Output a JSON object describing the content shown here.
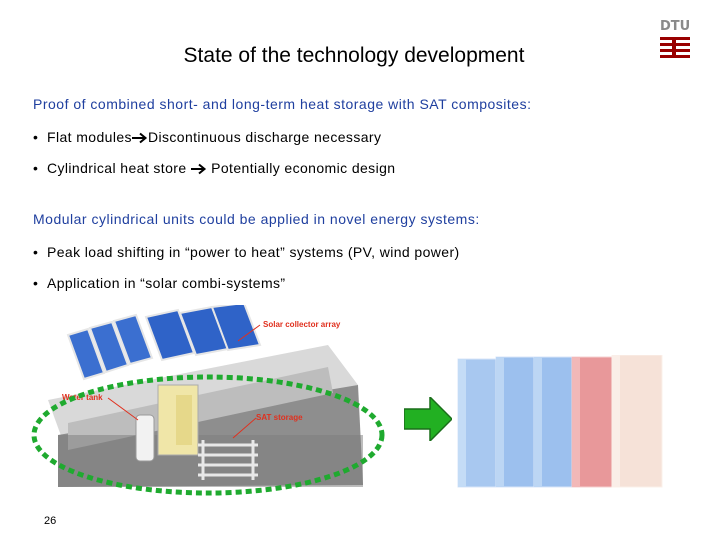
{
  "slide": {
    "title": "State of the technology development",
    "logo_text": "DTU",
    "page_number": "26"
  },
  "section1": {
    "heading": "Proof of combined short- and long-term heat storage with SAT composites:",
    "bullets": [
      {
        "left": "Flat modules",
        "right": "Discontinuous discharge necessary"
      },
      {
        "left": "Cylindrical heat store ",
        "right": "Potentially economic design"
      }
    ]
  },
  "section2": {
    "heading": "Modular cylindrical units could be applied in novel energy systems:",
    "bullets": [
      "Peak load shifting in “power to heat” systems (PV, wind power)",
      "Application in “solar combi-systems”"
    ]
  },
  "figure": {
    "label_solar": "Solar collector array",
    "label_water": "Water tank",
    "label_sat": "SAT storage"
  },
  "colors": {
    "heading": "#1f3f9f",
    "logo_red": "#990000",
    "ellipse": "#1faa2f",
    "green_arrow": "#22b022",
    "label_red": "#e0301e"
  },
  "icons": [
    "arrow-right-icon",
    "green-arrow-icon",
    "dtu-logo-icon"
  ]
}
